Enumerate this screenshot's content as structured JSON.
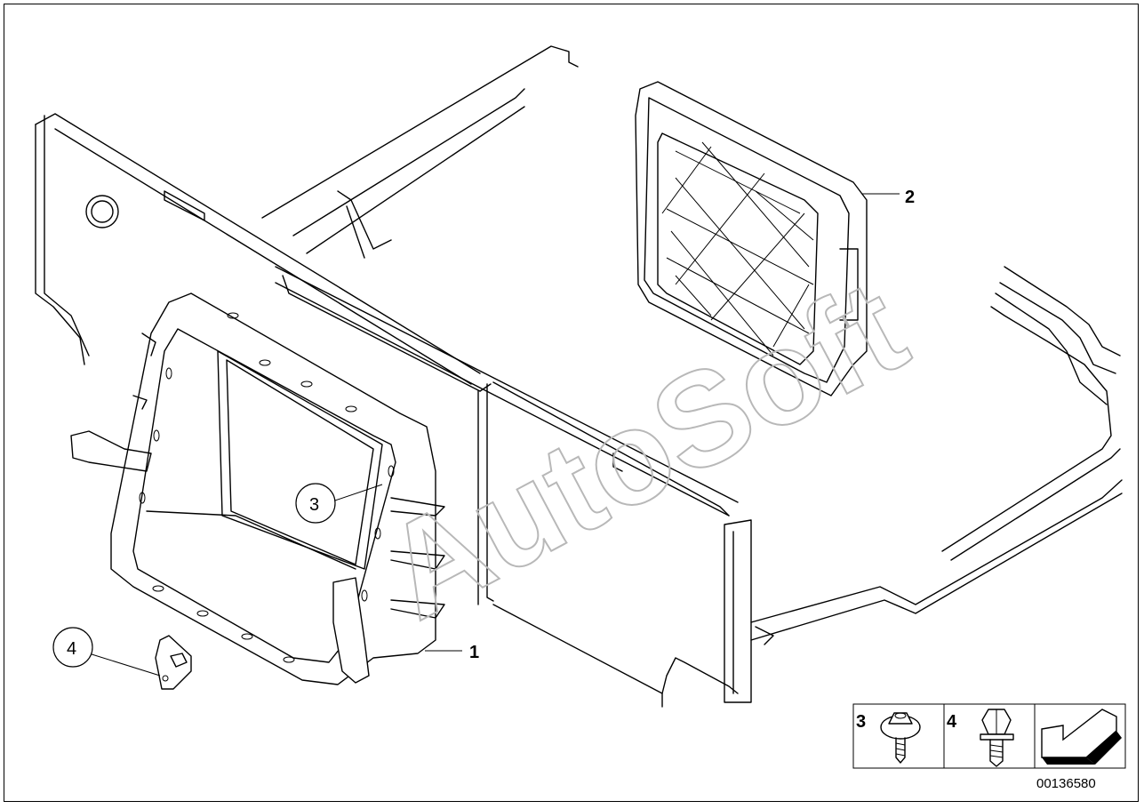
{
  "callouts": {
    "part1": "1",
    "part2": "2",
    "part3": "3",
    "part4": "4"
  },
  "legend": {
    "item3": "3",
    "item4": "4",
    "arrow_icon": "direction-arrow-icon"
  },
  "watermark": "AutoSoft",
  "doc_number": "00136580",
  "colors": {
    "line": "#000000",
    "watermark": "#b8b8b8",
    "background": "#ffffff"
  }
}
